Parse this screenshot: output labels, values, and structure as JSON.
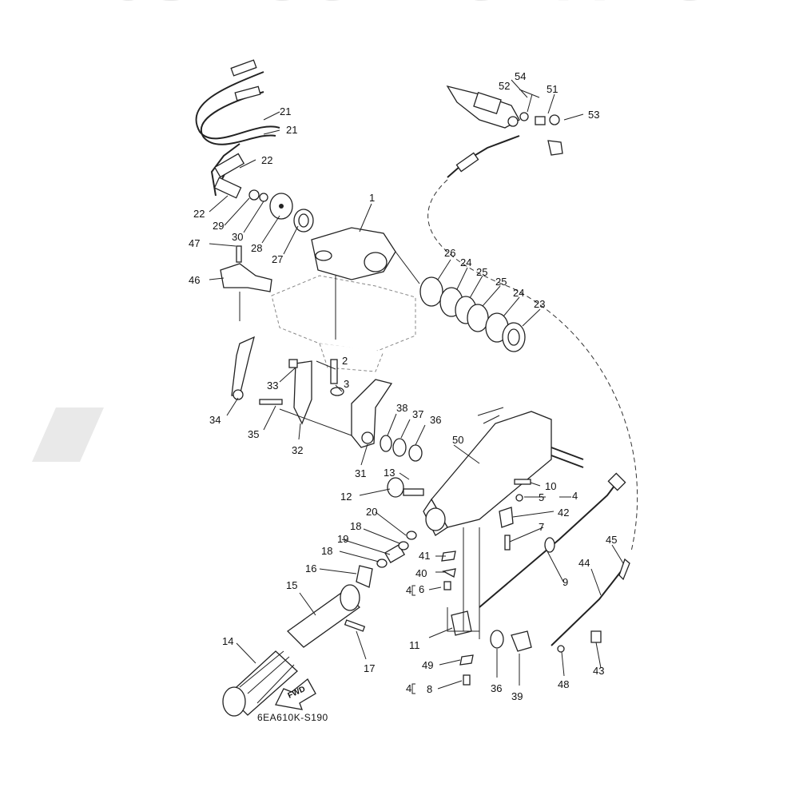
{
  "watermark": {
    "text": "JSP CORPORATION",
    "color": "#e6e6e6"
  },
  "caption": "6EA610K-S190",
  "fwd_label": "FWD",
  "part_numbers": [
    "1",
    "2",
    "3",
    "4",
    "5",
    "6",
    "7",
    "8",
    "9",
    "10",
    "11",
    "12",
    "13",
    "14",
    "15",
    "16",
    "17",
    "18",
    "19",
    "20",
    "21",
    "22",
    "23",
    "24",
    "25",
    "26",
    "27",
    "28",
    "29",
    "30",
    "31",
    "32",
    "33",
    "34",
    "35",
    "36",
    "37",
    "38",
    "39",
    "40",
    "41",
    "42",
    "43",
    "44",
    "45",
    "46",
    "47",
    "48",
    "49",
    "50",
    "51",
    "52",
    "53",
    "54"
  ],
  "callouts": [
    "1",
    "2",
    "3",
    "4",
    "4",
    "4",
    "5",
    "6",
    "7",
    "8",
    "9",
    "10",
    "11",
    "12",
    "13",
    "14",
    "15",
    "16",
    "17",
    "18",
    "18",
    "19",
    "20",
    "21",
    "21",
    "22",
    "22",
    "23",
    "24",
    "24",
    "25",
    "25",
    "26",
    "27",
    "28",
    "29",
    "30",
    "31",
    "32",
    "33",
    "34",
    "35",
    "36",
    "36",
    "37",
    "38",
    "39",
    "40",
    "41",
    "42",
    "43",
    "44",
    "45",
    "46",
    "47",
    "48",
    "49",
    "50",
    "51",
    "52",
    "53",
    "54"
  ]
}
